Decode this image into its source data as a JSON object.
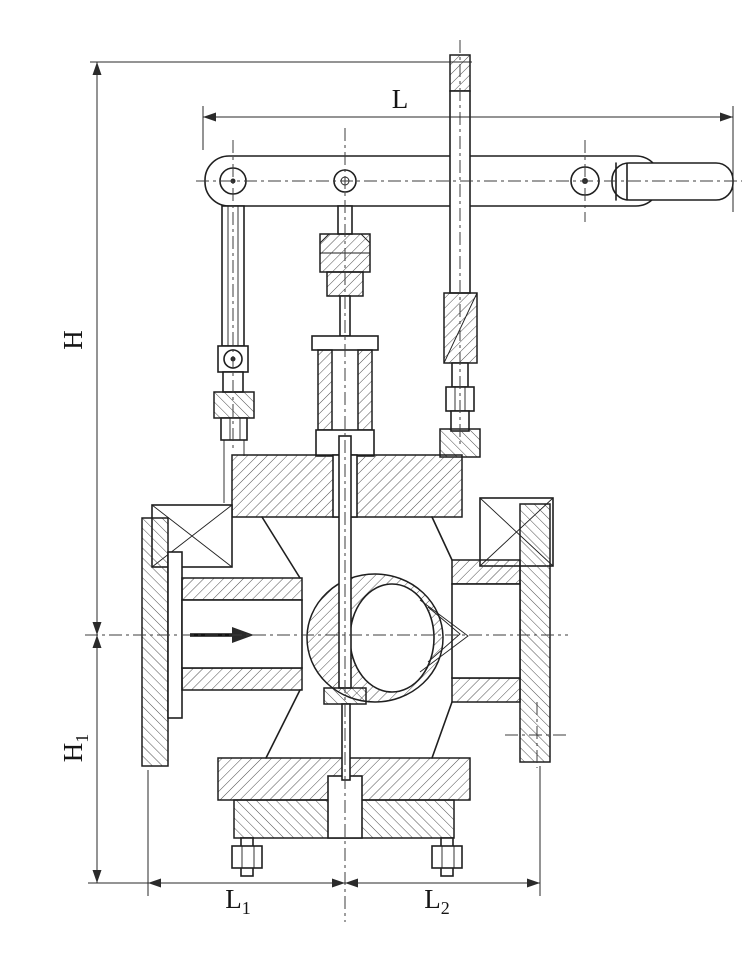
{
  "colors": {
    "ink": "#1f1f1f",
    "paper": "#ffffff"
  },
  "dimensions": {
    "L": {
      "label": "L"
    },
    "H": {
      "label": "H"
    },
    "H1": {
      "base": "H",
      "sub": "1"
    },
    "L1": {
      "base": "L",
      "sub": "1"
    },
    "L2": {
      "base": "L",
      "sub": "2"
    }
  }
}
